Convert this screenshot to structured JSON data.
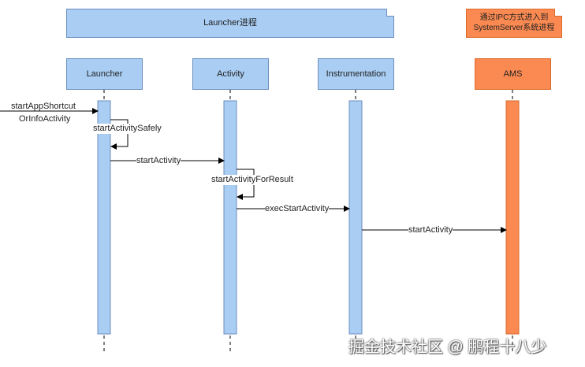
{
  "notes": {
    "launcher_process": "Launcher进程",
    "ipc": [
      "通过IPC方式进入到",
      "SystemServer系统进程"
    ]
  },
  "participants": [
    "Launcher",
    "Activity",
    "Instrumentation",
    "AMS"
  ],
  "messages": {
    "m1": [
      "startAppShortcut",
      "OrInfoActivity"
    ],
    "m2": "startActivitySafely",
    "m3": "startActivity",
    "m4": "startActivityForResult",
    "m5": "execStartActivity",
    "m6": "startActivity"
  },
  "colors": {
    "lifeline_fill": "#a9cdf3",
    "lifeline_border": "#6c8ebf",
    "ams_fill": "#fb8a52",
    "ams_border": "#d96a2a"
  },
  "watermark": "掘金技术社区 @ 鹏程十八少"
}
